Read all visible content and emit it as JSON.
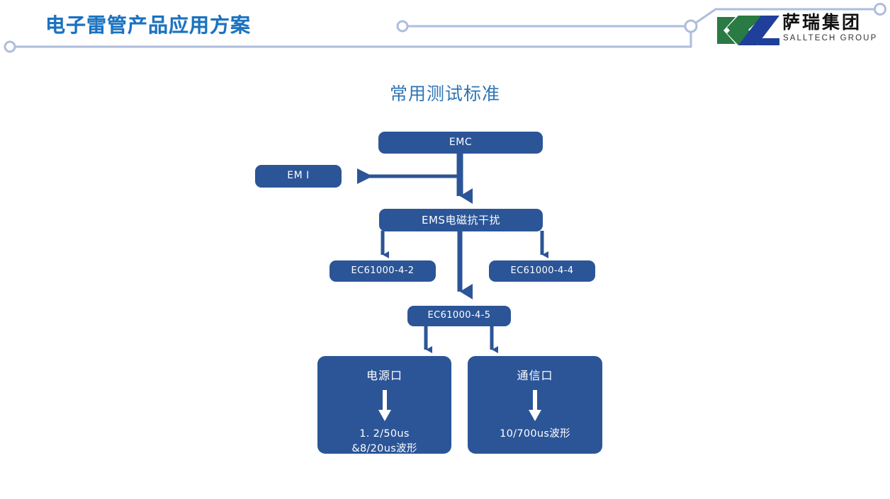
{
  "header": {
    "title": "电子雷管产品应用方案",
    "line_color": "#AEBDDD",
    "title_color": "#1B72C0",
    "logo": {
      "mark_name": "salltech-logo-mark",
      "mark_green": "#2A7A43",
      "mark_blue": "#1F3F9B",
      "name_cn": "萨瑞集团",
      "name_en": "SALLTECH GROUP"
    }
  },
  "slide": {
    "title": "常用测试标准",
    "title_color": "#2E75B6"
  },
  "diagram": {
    "node_fill": "#2B5597",
    "node_text": "#FFFFFF",
    "arrow_color": "#2B5597",
    "nodes": [
      {
        "id": "emc",
        "label": "EMC"
      },
      {
        "id": "emi",
        "label": "EM I"
      },
      {
        "id": "ems",
        "label": "EMS电磁抗干扰"
      },
      {
        "id": "ec442",
        "label": "EC61000-4-2"
      },
      {
        "id": "ec444",
        "label": "EC61000-4-4"
      },
      {
        "id": "ec445",
        "label": "EC61000-4-5"
      },
      {
        "id": "power",
        "label": "电源口",
        "wave_line1": "1. 2/50us",
        "wave_line2": "&8/20us波形"
      },
      {
        "id": "comm",
        "label": "通信口",
        "wave_line1": "10/700us波形",
        "wave_line2": ""
      }
    ],
    "edges": [
      {
        "from": "emc",
        "to": "emi"
      },
      {
        "from": "emc",
        "to": "ems"
      },
      {
        "from": "ems",
        "to": "ec442"
      },
      {
        "from": "ems",
        "to": "ec444"
      },
      {
        "from": "ems",
        "to": "ec445"
      },
      {
        "from": "ec445",
        "to": "power"
      },
      {
        "from": "ec445",
        "to": "comm"
      }
    ]
  }
}
